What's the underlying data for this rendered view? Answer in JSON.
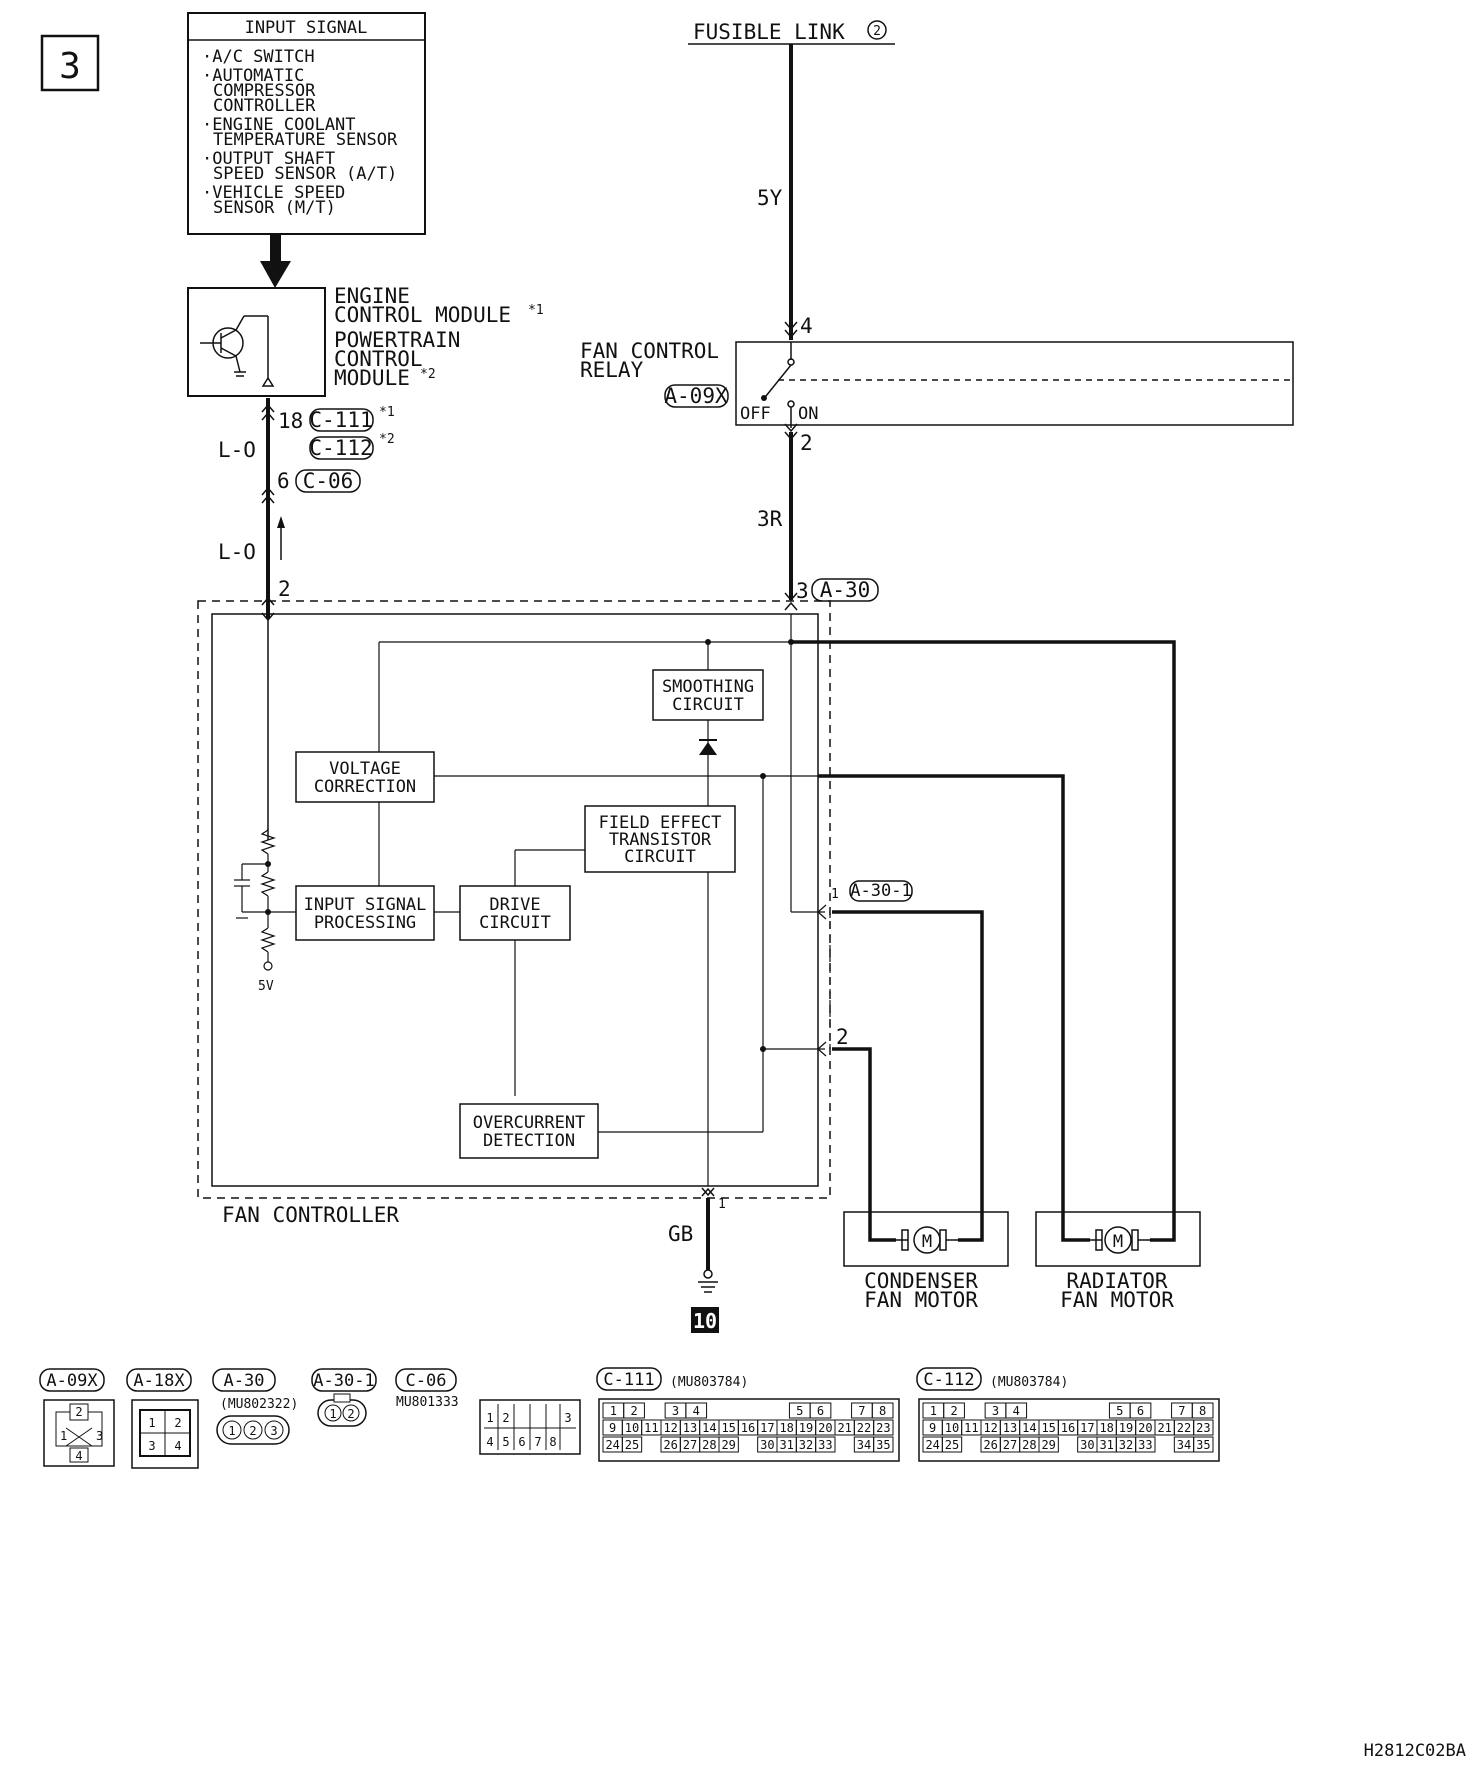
{
  "page_number": "3",
  "input_box": {
    "title": "INPUT SIGNAL",
    "items": [
      [
        "·A/C SWITCH"
      ],
      [
        "·AUTOMATIC",
        "COMPRESSOR",
        "CONTROLLER"
      ],
      [
        "·ENGINE COOLANT",
        "TEMPERATURE SENSOR"
      ],
      [
        "·OUTPUT SHAFT",
        "SPEED SENSOR (A/T)"
      ],
      [
        "·VEHICLE SPEED",
        "SENSOR (M/T)"
      ]
    ]
  },
  "ecm": {
    "line1": "ENGINE",
    "line2": "CONTROL MODULE",
    "star1": "*1",
    "line3": "POWERTRAIN",
    "line4": "CONTROL",
    "line5": "MODULE",
    "star2": "*2"
  },
  "ecm_wiring": {
    "pin18": "18",
    "conn1": "C-111",
    "star1": "*1",
    "conn2": "C-112",
    "star2": "*2",
    "wire1": "L-O",
    "pin6": "6",
    "conn3": "C-06",
    "wire2": "L-O",
    "pin2": "2"
  },
  "fusible_link": {
    "label": "FUSIBLE LINK",
    "num": "2"
  },
  "relay": {
    "wire_top": "5Y",
    "pin4": "4",
    "label1": "FAN CONTROL",
    "label2": "RELAY",
    "conn": "A-09X",
    "off": "OFF",
    "on": "ON",
    "pin2": "2",
    "wire_bottom": "3R",
    "pin3": "3",
    "conn2": "A-30"
  },
  "fan_controller": {
    "label": "FAN CONTROLLER",
    "smoothing": [
      "SMOOTHING",
      "CIRCUIT"
    ],
    "voltage": [
      "VOLTAGE",
      "CORRECTION"
    ],
    "fet": [
      "FIELD EFFECT",
      "TRANSISTOR",
      "CIRCUIT"
    ],
    "input": [
      "INPUT SIGNAL",
      "PROCESSING"
    ],
    "drive": [
      "DRIVE",
      "CIRCUIT"
    ],
    "overcurrent": [
      "OVERCURRENT",
      "DETECTION"
    ],
    "five_v": "5V",
    "pin_a301_1": "1",
    "conn_a301": "A-30-1",
    "pin_a301_2": "2",
    "pin_ground": "1"
  },
  "ground": {
    "wire": "GB",
    "num": "10"
  },
  "motors": {
    "condenser": [
      "CONDENSER",
      "FAN MOTOR"
    ],
    "radiator": [
      "RADIATOR",
      "FAN MOTOR"
    ],
    "symbol": "M"
  },
  "connectors": {
    "a09x": {
      "name": "A-09X",
      "pins": [
        "2",
        "1",
        "3",
        "4"
      ]
    },
    "a18x": {
      "name": "A-18X",
      "pins": [
        "1",
        "2",
        "3",
        "4"
      ]
    },
    "a30": {
      "name": "A-30",
      "part": "(MU802322)",
      "pins": [
        "1",
        "2",
        "3"
      ]
    },
    "a301": {
      "name": "A-30-1",
      "pins": [
        "1",
        "2"
      ]
    },
    "c06": {
      "name": "C-06",
      "part": "MU801333",
      "pins": [
        "1",
        "2",
        "3",
        "4",
        "5",
        "6",
        "7",
        "8"
      ]
    },
    "c111": {
      "name": "C-111",
      "part": "(MU803784)"
    },
    "c112": {
      "name": "C-112",
      "part": "(MU803784)"
    },
    "c_row1": [
      "1",
      "2",
      "",
      "3",
      "4",
      "",
      "",
      "",
      "",
      "5",
      "6",
      "",
      "7",
      "8"
    ],
    "c_row2": [
      "9",
      "10",
      "11",
      "12",
      "13",
      "14",
      "15",
      "16",
      "17",
      "18",
      "19",
      "20",
      "21",
      "22",
      "23"
    ],
    "c_row3": [
      "24",
      "25",
      "",
      "26",
      "27",
      "28",
      "29",
      "",
      "30",
      "31",
      "32",
      "33",
      "",
      "34",
      "35"
    ]
  },
  "figure_code": "H2812C02BA"
}
